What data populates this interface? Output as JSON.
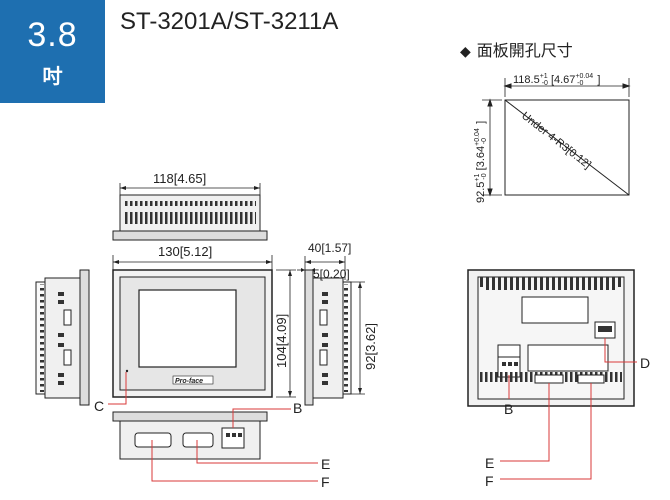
{
  "badge": {
    "size": "3.8",
    "unit": "吋"
  },
  "title": "ST-3201A/ST-3211A",
  "cutout": {
    "heading": "面板開孔尺寸",
    "width_main": "118.5",
    "width_tol_up": "+1",
    "width_tol_down": "-0",
    "width_inch": "4.67",
    "width_inch_tol_up": "+0.04",
    "width_inch_tol_down": "-0",
    "height_main": "92.5",
    "height_tol_up": "+1",
    "height_tol_down": "-0",
    "height_inch": "3.64",
    "height_inch_tol_up": "+0.04",
    "height_inch_tol_down": "-0",
    "corner_note": "Under 4-R3[0.12]"
  },
  "dims": {
    "top_width": "118[4.65]",
    "front_width": "130[5.12]",
    "front_height": "104[4.09]",
    "depth": "40[1.57]",
    "depth_mount": "5[0.20]",
    "side_height": "92[3.62]"
  },
  "front": {
    "logo": "Pro-face"
  },
  "callouts": {
    "a": "C",
    "b": "B",
    "c": "E",
    "d": "F",
    "e": "B",
    "f": "D",
    "g": "E",
    "h": "F"
  },
  "colors": {
    "badge": "#1e6fb0",
    "leader": "#d93a3a",
    "line": "#222222"
  }
}
